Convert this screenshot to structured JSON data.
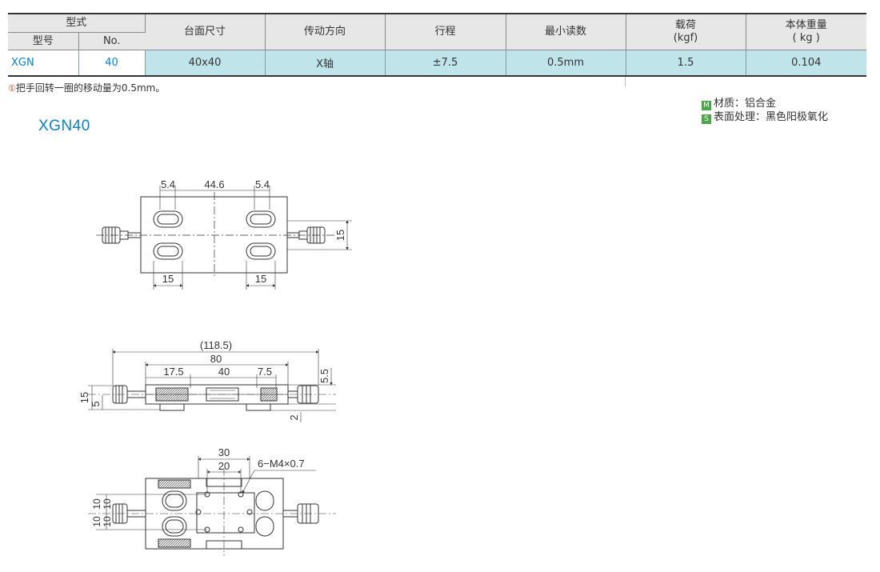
{
  "table": {
    "header": {
      "type_group": "型式",
      "model": "型号",
      "no": "No.",
      "table_size": "台面尺寸",
      "drive_dir": "传动方向",
      "travel": "行程",
      "min_reading": "最小读数",
      "load": "载荷",
      "load_unit": "(kgf)",
      "weight": "本体重量",
      "weight_unit": "( kg )"
    },
    "row": {
      "model": "XGN",
      "no": "40",
      "table_size": "40x40",
      "drive_dir": "X轴",
      "travel": "±7.5",
      "min_reading": "0.5mm",
      "load": "1.5",
      "weight": "0.104"
    }
  },
  "note": {
    "mark": "①",
    "text": "把手回转一圈的移动量为0.5mm。"
  },
  "material": {
    "m_badge": "M",
    "m_text": "材质：铝合金",
    "s_badge": "S",
    "s_text": "表面处理：黑色阳极氧化"
  },
  "model_title": "XGN40",
  "dims": {
    "top": {
      "d1": "5.4",
      "d2": "44.6",
      "d3": "5.4",
      "right": "15",
      "b1": "15",
      "b2": "15"
    },
    "front": {
      "overall": "(118.5)",
      "body": "80",
      "a": "17.5",
      "b": "40",
      "c": "7.5",
      "h15": "15",
      "h5": "5",
      "h55": "5.5",
      "h2": "2"
    },
    "bottom": {
      "w30": "30",
      "w20": "20",
      "holes": "6−M4×0.7",
      "v10a": "10",
      "v10b": "10",
      "h10a": "10",
      "h10b": "10"
    }
  },
  "colors": {
    "accent": "#0b7fc7",
    "row_bg": "#bfe5ea",
    "header_bg": "#e7e7e7",
    "badge": "#4aa84a"
  }
}
